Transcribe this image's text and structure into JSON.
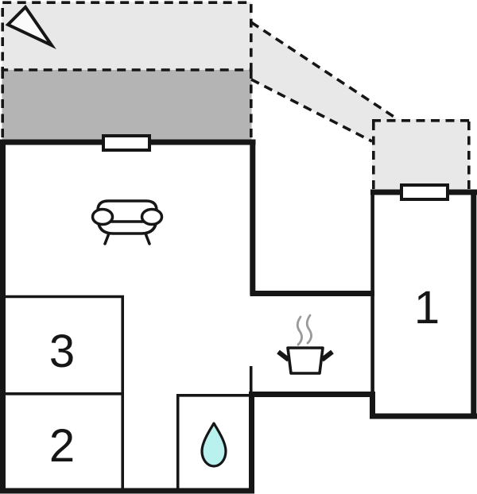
{
  "plan": {
    "title": "apartment-floor-plan",
    "rooms": {
      "r1": {
        "label": "1"
      },
      "r2": {
        "label": "2"
      },
      "r3": {
        "label": "3"
      }
    },
    "icons": {
      "north_arrow": "north-arrow-icon",
      "sofa": "sofa-icon",
      "stove": "stove-icon",
      "water_drop": "water-drop-icon",
      "windows": [
        "window-living-room",
        "window-room-1"
      ]
    },
    "colors": {
      "wall": "#161616",
      "terrace_light": "#e8e8e8",
      "terrace_shaded": "#b4b4b4",
      "walkway": "#e8e8e8",
      "entry_terrace": "#e8e8e8",
      "water": "#b9f1ef",
      "steam": "#9a9a9a",
      "window_fill": "#ffffff",
      "arrow_fill": "#fbfbfb"
    }
  }
}
